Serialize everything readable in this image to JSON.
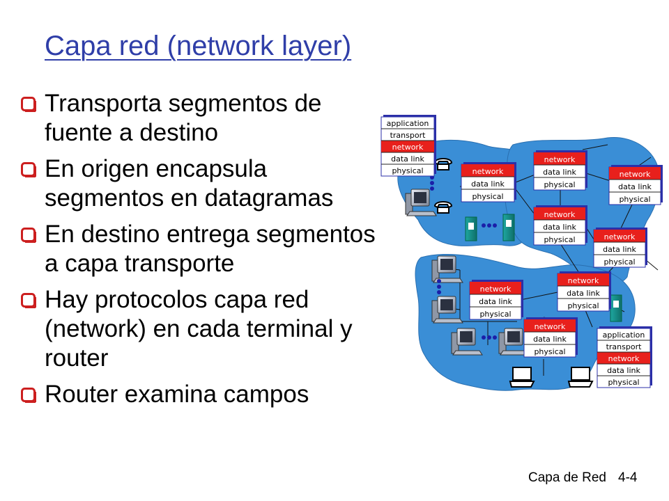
{
  "title": "Capa red (network layer)",
  "bullets": [
    "Transporta segmentos de fuente a destino",
    "En origen encapsula segmentos en datagramas",
    "En destino entrega segmentos a capa transporte",
    "Hay protocolos capa red (network) en cada terminal y router",
    "Router examina campos"
  ],
  "layers": {
    "application": "application",
    "transport": "transport",
    "network": "network",
    "data_link": "data link",
    "physical": "physical"
  },
  "footer": {
    "left": "Capa de Red",
    "right": "4-4"
  },
  "colors": {
    "title": "#2f3ea8",
    "bullet_box": "#cc1f1f",
    "network_fill": "#e8201c",
    "cloud": "#3a8ed6",
    "stack_border": "#2b2fa8"
  }
}
